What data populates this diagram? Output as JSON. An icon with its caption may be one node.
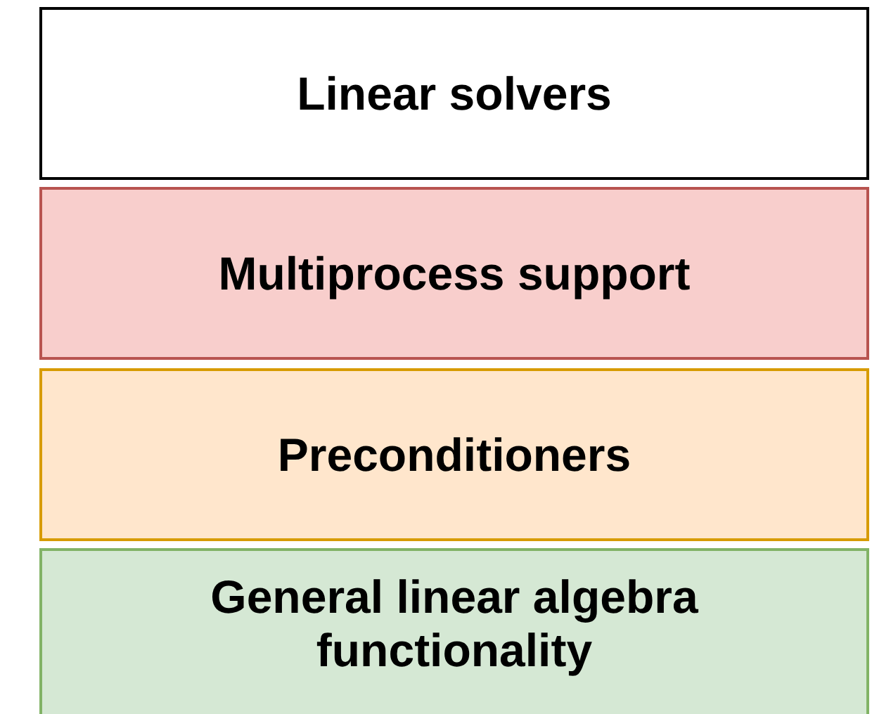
{
  "diagram": {
    "nodes": [
      {
        "text": [
          "Linear solvers"
        ]
      },
      {
        "text": [
          "Multiprocess support"
        ]
      },
      {
        "text": [
          "Preconditioners"
        ]
      },
      {
        "text": [
          "General linear algebra functionality"
        ]
      }
    ]
  }
}
